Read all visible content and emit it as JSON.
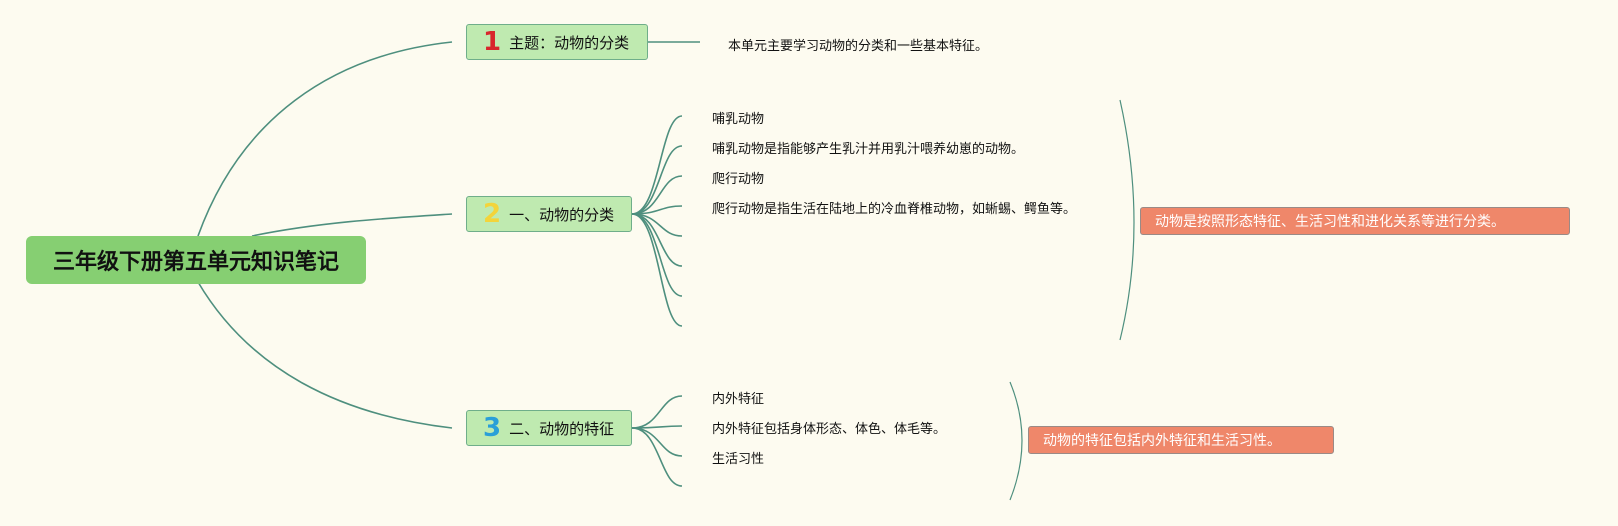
{
  "root": {
    "title": "三年级下册第五单元知识笔记"
  },
  "topics": [
    {
      "number": "1",
      "label": "主题：动物的分类",
      "number_color": "#d8262c",
      "children": [
        "本单元主要学习动物的分类和一些基本特征。"
      ]
    },
    {
      "number": "2",
      "label": "一、动物的分类",
      "number_color": "#f3d43a",
      "children": [
        "哺乳动物",
        "哺乳动物是指能够产生乳汁并用乳汁喂养幼崽的动物。",
        "爬行动物",
        "爬行动物是指生活在陆地上的冷血脊椎动物，如蜥蜴、鳄鱼等。",
        "",
        "",
        "",
        ""
      ],
      "summary": "动物是按照形态特征、生活习性和进化关系等进行分类。"
    },
    {
      "number": "3",
      "label": "二、动物的特征",
      "number_color": "#2a9fd8",
      "children": [
        "内外特征",
        "内外特征包括身体形态、体色、体毛等。",
        "生活习性",
        ""
      ],
      "summary": "动物的特征包括内外特征和生活习性。"
    }
  ],
  "colors": {
    "background": "#fdfbf0",
    "root_fill": "#86cf72",
    "topic_fill": "#bfeab0",
    "line": "#4e8f7e",
    "summary_fill": "#ef876a"
  }
}
